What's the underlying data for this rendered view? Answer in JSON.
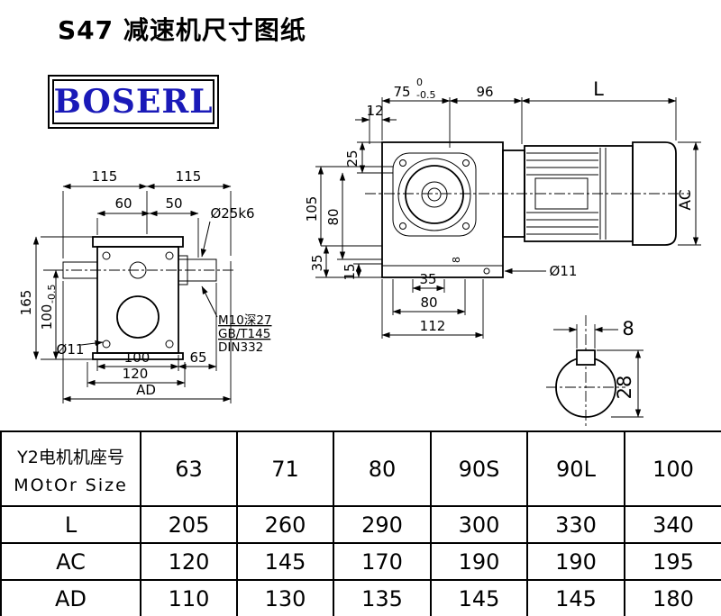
{
  "title": "S47 减速机尺寸图纸",
  "logo_text": "BOSERL",
  "left_view": {
    "d115_left": "115",
    "d115_right": "115",
    "d60": "60",
    "d50": "50",
    "shaft_dia": "Ø25k6",
    "d165": "165",
    "d100v": "100",
    "d100v_tol": "-0.5",
    "phi11": "Ø11",
    "d100b": "100",
    "d65": "65",
    "d120": "120",
    "dAD": "AD",
    "note_line1": "M10深27",
    "note_line2": "GB/T145",
    "note_line3": "DIN332"
  },
  "right_view": {
    "d75": "75",
    "d75_tol_upper": "0",
    "d75_tol_lower": "-0.5",
    "d96": "96",
    "dL": "L",
    "d12": "12",
    "d25": "25",
    "d105": "105",
    "d80v": "80",
    "d35v": "35",
    "d15": "15",
    "d35b": "35",
    "d80b": "80",
    "d112": "112",
    "phi11": "Ø11",
    "dAC": "AC",
    "d8_mark": "8"
  },
  "shaft_section": {
    "key_width": "8",
    "key_depth": "28"
  },
  "table": {
    "header_cn": "Y2电机机座号",
    "header_en": "MOtOr Size",
    "columns": [
      "63",
      "71",
      "80",
      "90S",
      "90L",
      "100"
    ],
    "rows": [
      {
        "label": "L",
        "values": [
          "205",
          "260",
          "290",
          "300",
          "330",
          "340"
        ]
      },
      {
        "label": "AC",
        "values": [
          "120",
          "145",
          "170",
          "190",
          "190",
          "195"
        ]
      },
      {
        "label": "AD",
        "values": [
          "110",
          "130",
          "135",
          "145",
          "145",
          "180"
        ]
      }
    ]
  },
  "colors": {
    "line": "#000000",
    "logo_blue": "#1a1ab8",
    "background": "#ffffff"
  }
}
